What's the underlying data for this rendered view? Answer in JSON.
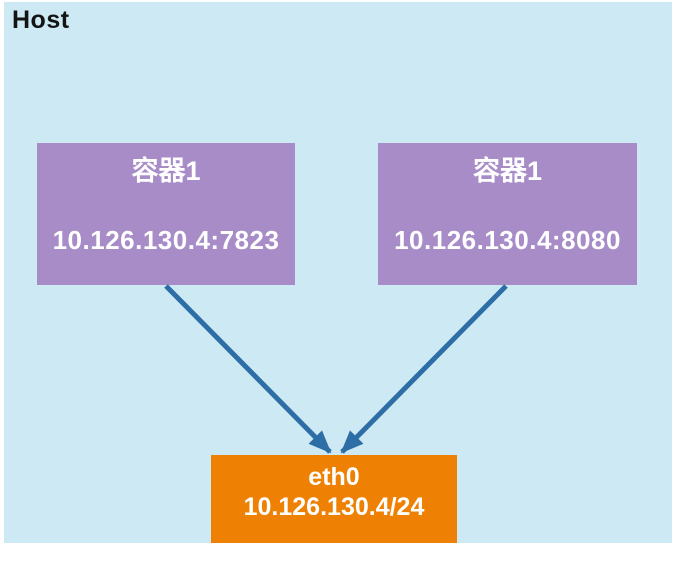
{
  "host": {
    "label": "Host"
  },
  "containers": [
    {
      "title": "容器1",
      "address": "10.126.130.4:7823"
    },
    {
      "title": "容器1",
      "address": "10.126.130.4:8080"
    }
  ],
  "eth": {
    "name": "eth0",
    "address": "10.126.130.4/24"
  },
  "arrows": [
    {
      "name": "container1-to-eth0"
    },
    {
      "name": "container2-to-eth0"
    }
  ],
  "colors": {
    "host_background": "#cde9f3",
    "container_box": "#a78cc8",
    "eth_box": "#ee8103",
    "arrow": "#2d6ea6",
    "box_text": "#ffffff",
    "host_label_text": "#141414",
    "page_background": "#ffffff"
  }
}
